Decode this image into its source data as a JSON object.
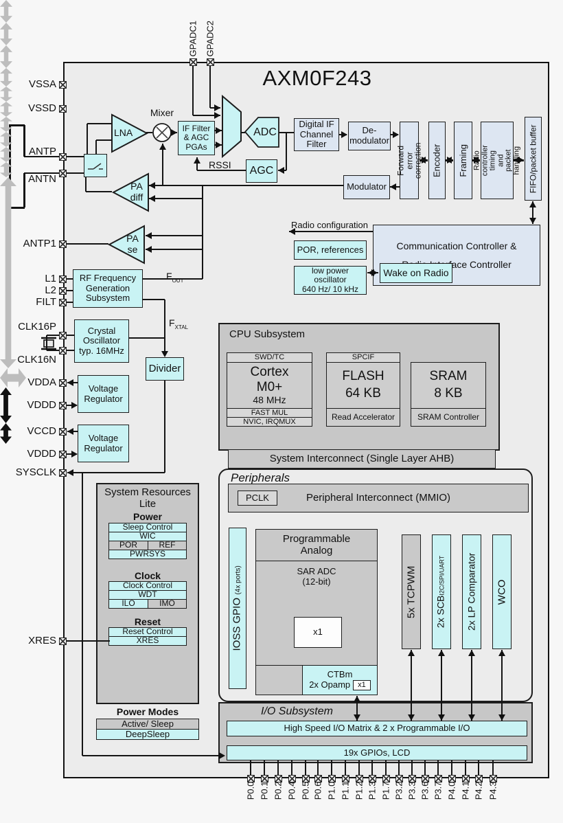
{
  "title": "AXM0F243",
  "pins": {
    "top": [
      "GPADC1",
      "GPADC2"
    ],
    "left": [
      "VSSA",
      "VSSD",
      "ANTP",
      "ANTN",
      "ANTP1",
      "L1",
      "L2",
      "FILT",
      "CLK16P",
      "CLK16N",
      "VDDA",
      "VDDD",
      "VCCD",
      "VDDD",
      "SYSCLK",
      "XRES"
    ],
    "bottom": [
      "P0.0",
      "P0.1",
      "P0.2",
      "P0.4",
      "P0.5",
      "P0.6",
      "P1.0",
      "P1.1",
      "P1.2",
      "P1.3",
      "P1.7",
      "P3.2",
      "P3.3",
      "P3.6",
      "P3.7",
      "P4.0",
      "P4.1",
      "P4.2",
      "P4.3"
    ]
  },
  "radio": {
    "lna": "LNA",
    "mixer": "Mixer",
    "if_filter": "IF Filter\n& AGC\nPGAs",
    "adc": "ADC",
    "agc": "AGC",
    "rssi": "RSSI",
    "pa_diff": "PA\ndiff",
    "pa_se": "PA\nse",
    "digital_if": "Digital IF\nChannel\nFilter",
    "demodulator": "De-\nmodulator",
    "modulator": "Modulator",
    "fec": "Forward error\ncorrection",
    "encoder": "Encoder",
    "framing": "Framing",
    "radio_controller": "Radio controller\ntiming and packet\nhandling",
    "fifo": "FIFO/packet buffer",
    "radio_config": "Radio configuration",
    "comm_controller": "Communication Controller &\nRadio Interface Controller",
    "por_references": "POR, references",
    "low_power_osc": "low power\noscillator\n640 Hz/ 10 kHz",
    "wake_on_radio": "Wake on Radio"
  },
  "clocks": {
    "rf_freq": "RF Frequency\nGeneration\nSubsystem",
    "f_out_main": "F",
    "f_out_sub": "OUT",
    "f_xtal_main": "F",
    "f_xtal_sub": "XTAL",
    "crystal_osc": "Crystal\nOscillator\ntyp. 16MHz",
    "divider": "Divider"
  },
  "power": {
    "vreg": "Voltage\nRegulator"
  },
  "cpu": {
    "title": "CPU Subsystem",
    "swd_tc": "SWD/TC",
    "cortex": "Cortex\nM0+",
    "cortex_freq": "48 MHz",
    "fast_mul": "FAST MUL",
    "nvic": "NVIC, IRQMUX",
    "spcif": "SPCIF",
    "flash": "FLASH\n64 KB",
    "read_accel": "Read Accelerator",
    "sram": "SRAM\n8 KB",
    "sram_ctrl": "SRAM Controller",
    "interconnect": "System Interconnect (Single Layer AHB)"
  },
  "peripherals": {
    "title": "Peripherals",
    "mmio": "Peripheral Interconnect (MMIO)",
    "pclk": "PCLK",
    "ioss": "IOSS GPIO",
    "ioss_sub": "(4x ports)",
    "prog_analog": "Programmable\nAnalog",
    "sar_adc": "SAR ADC\n(12-bit)",
    "sar_x1": "x1",
    "ctbm": "CTBm",
    "opamp": "2x Opamp",
    "opamp_x1": "x1",
    "tcpwm": "5x TCPWM",
    "scb": "2x SCB",
    "scb_sub": "I2C/SPI/UART",
    "lp_comp": "2x LP Comparator",
    "wco": "WCO"
  },
  "sysres": {
    "title": "System Resources\nLite",
    "power_hdr": "Power",
    "sleep_control": "Sleep Control",
    "wic": "WIC",
    "por": "POR",
    "ref": "REF",
    "pwrsys": "PWRSYS",
    "clock_hdr": "Clock",
    "clock_control": "Clock Control",
    "wdt": "WDT",
    "ilo": "ILO",
    "imo": "IMO",
    "reset_hdr": "Reset",
    "reset_control": "Reset Control",
    "xres": "XRES"
  },
  "power_modes": {
    "title": "Power Modes",
    "active": "Active/ Sleep",
    "deepsleep": "DeepSleep"
  },
  "io": {
    "title": "I/O Subsystem",
    "matrix": "High Speed I/O Matrix & 2 x Programmable I/O",
    "gpios": "19x GPIOs, LCD"
  }
}
